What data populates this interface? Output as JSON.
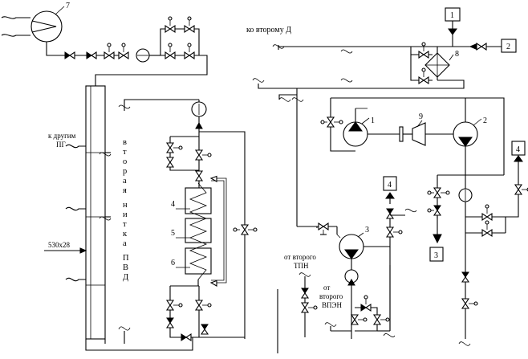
{
  "labels": {
    "to_second_d": "ко второму Д",
    "to_other_pg_1": "к другим",
    "to_other_pg_2": "ПГ",
    "pipe_size": "530x28",
    "from_second_tpn_1": "от второго",
    "from_second_tpn_2": "ТПН",
    "from_second_vpen_1": "от",
    "from_second_vpen_2": "второго",
    "from_second_vpen_3": "ВПЭН",
    "second_line_pvd": [
      "в",
      "т",
      "о",
      "р",
      "а",
      "я",
      "",
      "н",
      "и",
      "т",
      "к",
      "а",
      "",
      "П",
      "В",
      "Д"
    ]
  },
  "callouts": {
    "c7": "7",
    "c8": "8",
    "c9": "9",
    "c1": "1",
    "c2": "2",
    "c3": "3",
    "c4": "4",
    "c5": "5",
    "c6": "6"
  },
  "boxes": {
    "b1": "1",
    "b2": "2",
    "b3": "3",
    "b4a": "4",
    "b4b": "4"
  },
  "colors": {
    "line": "#000000",
    "background": "#ffffff"
  }
}
